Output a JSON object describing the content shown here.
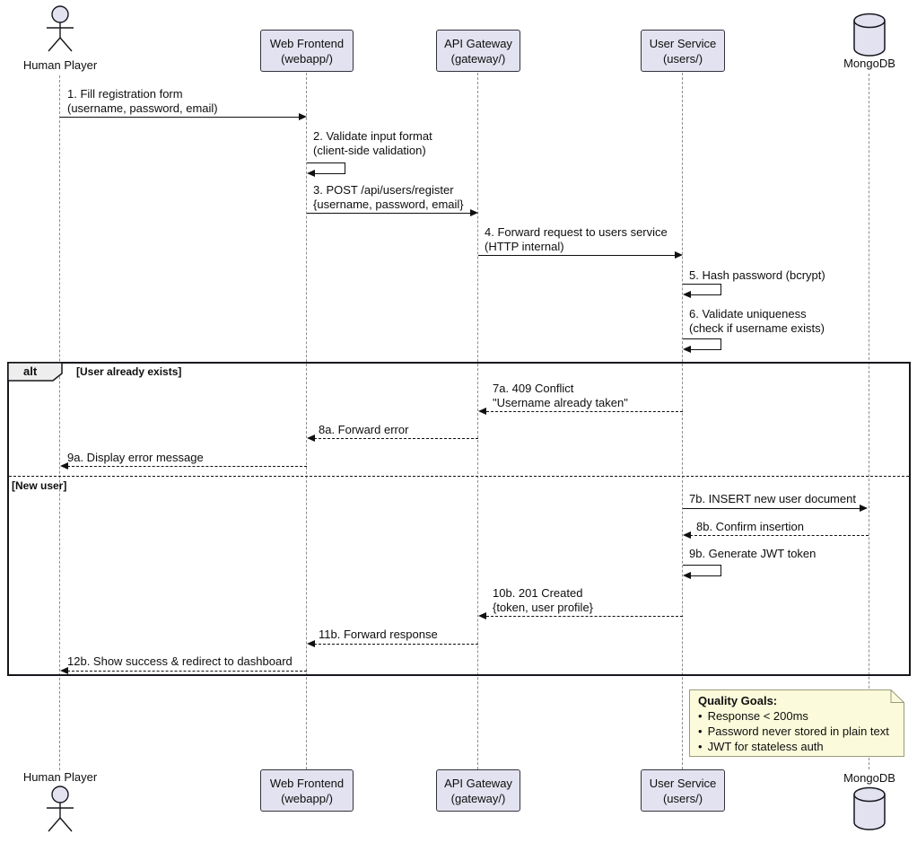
{
  "diagram_type": "uml-sequence-diagram",
  "participants": {
    "human": {
      "kind": "actor",
      "label": "Human Player"
    },
    "web": {
      "kind": "participant",
      "line1": "Web Frontend",
      "line2": "(webapp/)"
    },
    "api": {
      "kind": "participant",
      "line1": "API Gateway",
      "line2": "(gateway/)"
    },
    "user": {
      "kind": "participant",
      "line1": "User Service",
      "line2": "(users/)"
    },
    "mongo": {
      "kind": "database",
      "label": "MongoDB"
    }
  },
  "messages": {
    "m1": {
      "from": "Human Player",
      "to": "Web Frontend",
      "arrow": "solid",
      "line1": "1. Fill registration form",
      "line2": "(username, password, email)"
    },
    "m2": {
      "self": "Web Frontend",
      "arrow": "solid",
      "line1": "2. Validate input format",
      "line2": "(client-side validation)"
    },
    "m3": {
      "from": "Web Frontend",
      "to": "API Gateway",
      "arrow": "solid",
      "line1": "3. POST /api/users/register",
      "line2": "{username, password, email}"
    },
    "m4": {
      "from": "API Gateway",
      "to": "User Service",
      "arrow": "solid",
      "line1": "4. Forward request to users service",
      "line2": "(HTTP internal)"
    },
    "m5": {
      "self": "User Service",
      "arrow": "solid",
      "line1": "5. Hash password (bcrypt)"
    },
    "m6": {
      "self": "User Service",
      "arrow": "solid",
      "line1": "6. Validate uniqueness",
      "line2": "(check if username exists)"
    },
    "m7a": {
      "from": "User Service",
      "to": "API Gateway",
      "arrow": "dashed",
      "line1": "7a. 409 Conflict",
      "line2": "\"Username already taken\""
    },
    "m8a": {
      "from": "API Gateway",
      "to": "Web Frontend",
      "arrow": "dashed",
      "line1": "8a. Forward error"
    },
    "m9a": {
      "from": "Web Frontend",
      "to": "Human Player",
      "arrow": "dashed",
      "line1": "9a. Display error message"
    },
    "m7b": {
      "from": "User Service",
      "to": "MongoDB",
      "arrow": "solid",
      "line1": "7b. INSERT new user document"
    },
    "m8b": {
      "from": "MongoDB",
      "to": "User Service",
      "arrow": "dashed",
      "line1": "8b. Confirm insertion"
    },
    "m9b": {
      "self": "User Service",
      "arrow": "solid",
      "line1": "9b. Generate JWT token"
    },
    "m10b": {
      "from": "User Service",
      "to": "API Gateway",
      "arrow": "dashed",
      "line1": "10b. 201 Created",
      "line2": "{token, user profile}"
    },
    "m11b": {
      "from": "API Gateway",
      "to": "Web Frontend",
      "arrow": "dashed",
      "line1": "11b. Forward response"
    },
    "m12b": {
      "from": "Web Frontend",
      "to": "Human Player",
      "arrow": "dashed",
      "line1": "12b. Show success & redirect to dashboard"
    }
  },
  "alt_frame": {
    "operator": "alt",
    "guard_exists": "[User already exists]",
    "guard_new": "[New user]"
  },
  "note": {
    "title": "Quality Goals:",
    "bullets": [
      "Response < 200ms",
      "Password never stored in plain text",
      "JWT for stateless auth"
    ]
  },
  "colors": {
    "participant_fill": "#E2E2F0",
    "participant_border": "#33333d",
    "arrow": "#101010",
    "lifeline": "#8d8d8d",
    "frame_border": "#16161d",
    "operator_fill": "#EEEEEE",
    "note_fill": "#FBFBDB",
    "note_border": "#9b9b7b"
  }
}
